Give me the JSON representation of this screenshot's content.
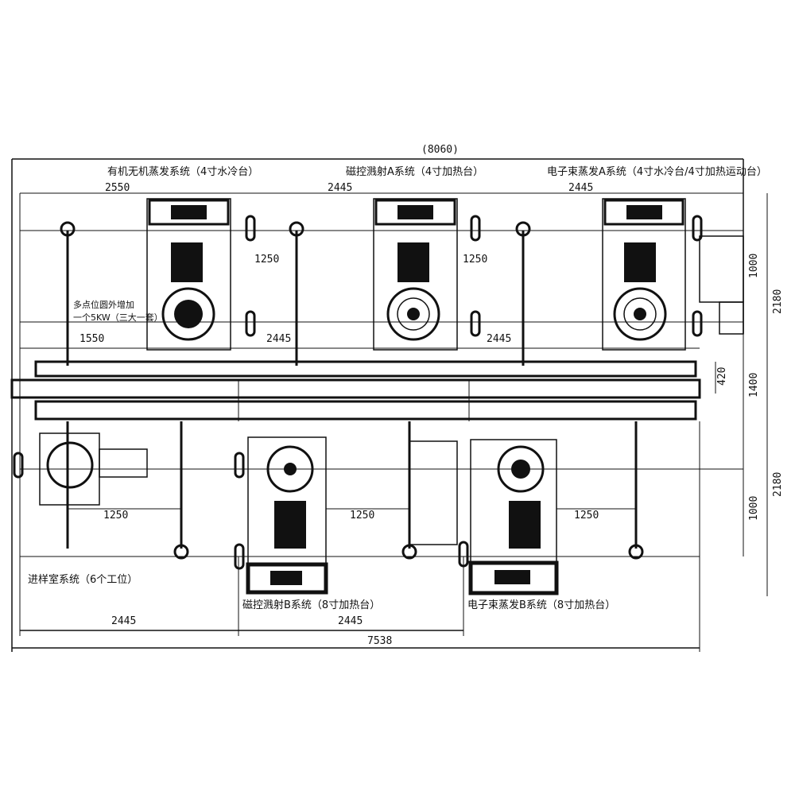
{
  "drawing": {
    "overall_width": "(8060)",
    "stations_top": [
      {
        "label": "有机无机蒸发系统（4寸水冷台）",
        "width": "2550"
      },
      {
        "label": "磁控溅射A系统（4寸加热台）",
        "width": "2445"
      },
      {
        "label": "电子束蒸发A系统（4寸水冷台/4寸加热运动台）",
        "width": "2445"
      }
    ],
    "stations_bottom": [
      {
        "label": "进样室系统（6个工位）",
        "width": "2445"
      },
      {
        "label": "磁控溅射B系统（8寸加热台）",
        "width": "2445"
      },
      {
        "label": "电子束蒸发B系统（8寸加热台）"
      }
    ],
    "note": [
      "多点位圆外增加",
      "一个5KW（三大一套）"
    ],
    "inner_dims": {
      "top_1250_a": "1250",
      "top_1250_b": "1250",
      "d1550": "1550",
      "d2445_a": "2445",
      "d2445_b": "2445",
      "bot_1250_a": "1250",
      "bot_1250_b": "1250",
      "bot_1250_c": "1250"
    },
    "right_dims": {
      "top_1000": "1000",
      "top_2180": "2180",
      "d420": "420",
      "d1400": "1400",
      "bot_1000": "1000",
      "bot_2180": "2180"
    },
    "overall_bottom": "7538"
  }
}
